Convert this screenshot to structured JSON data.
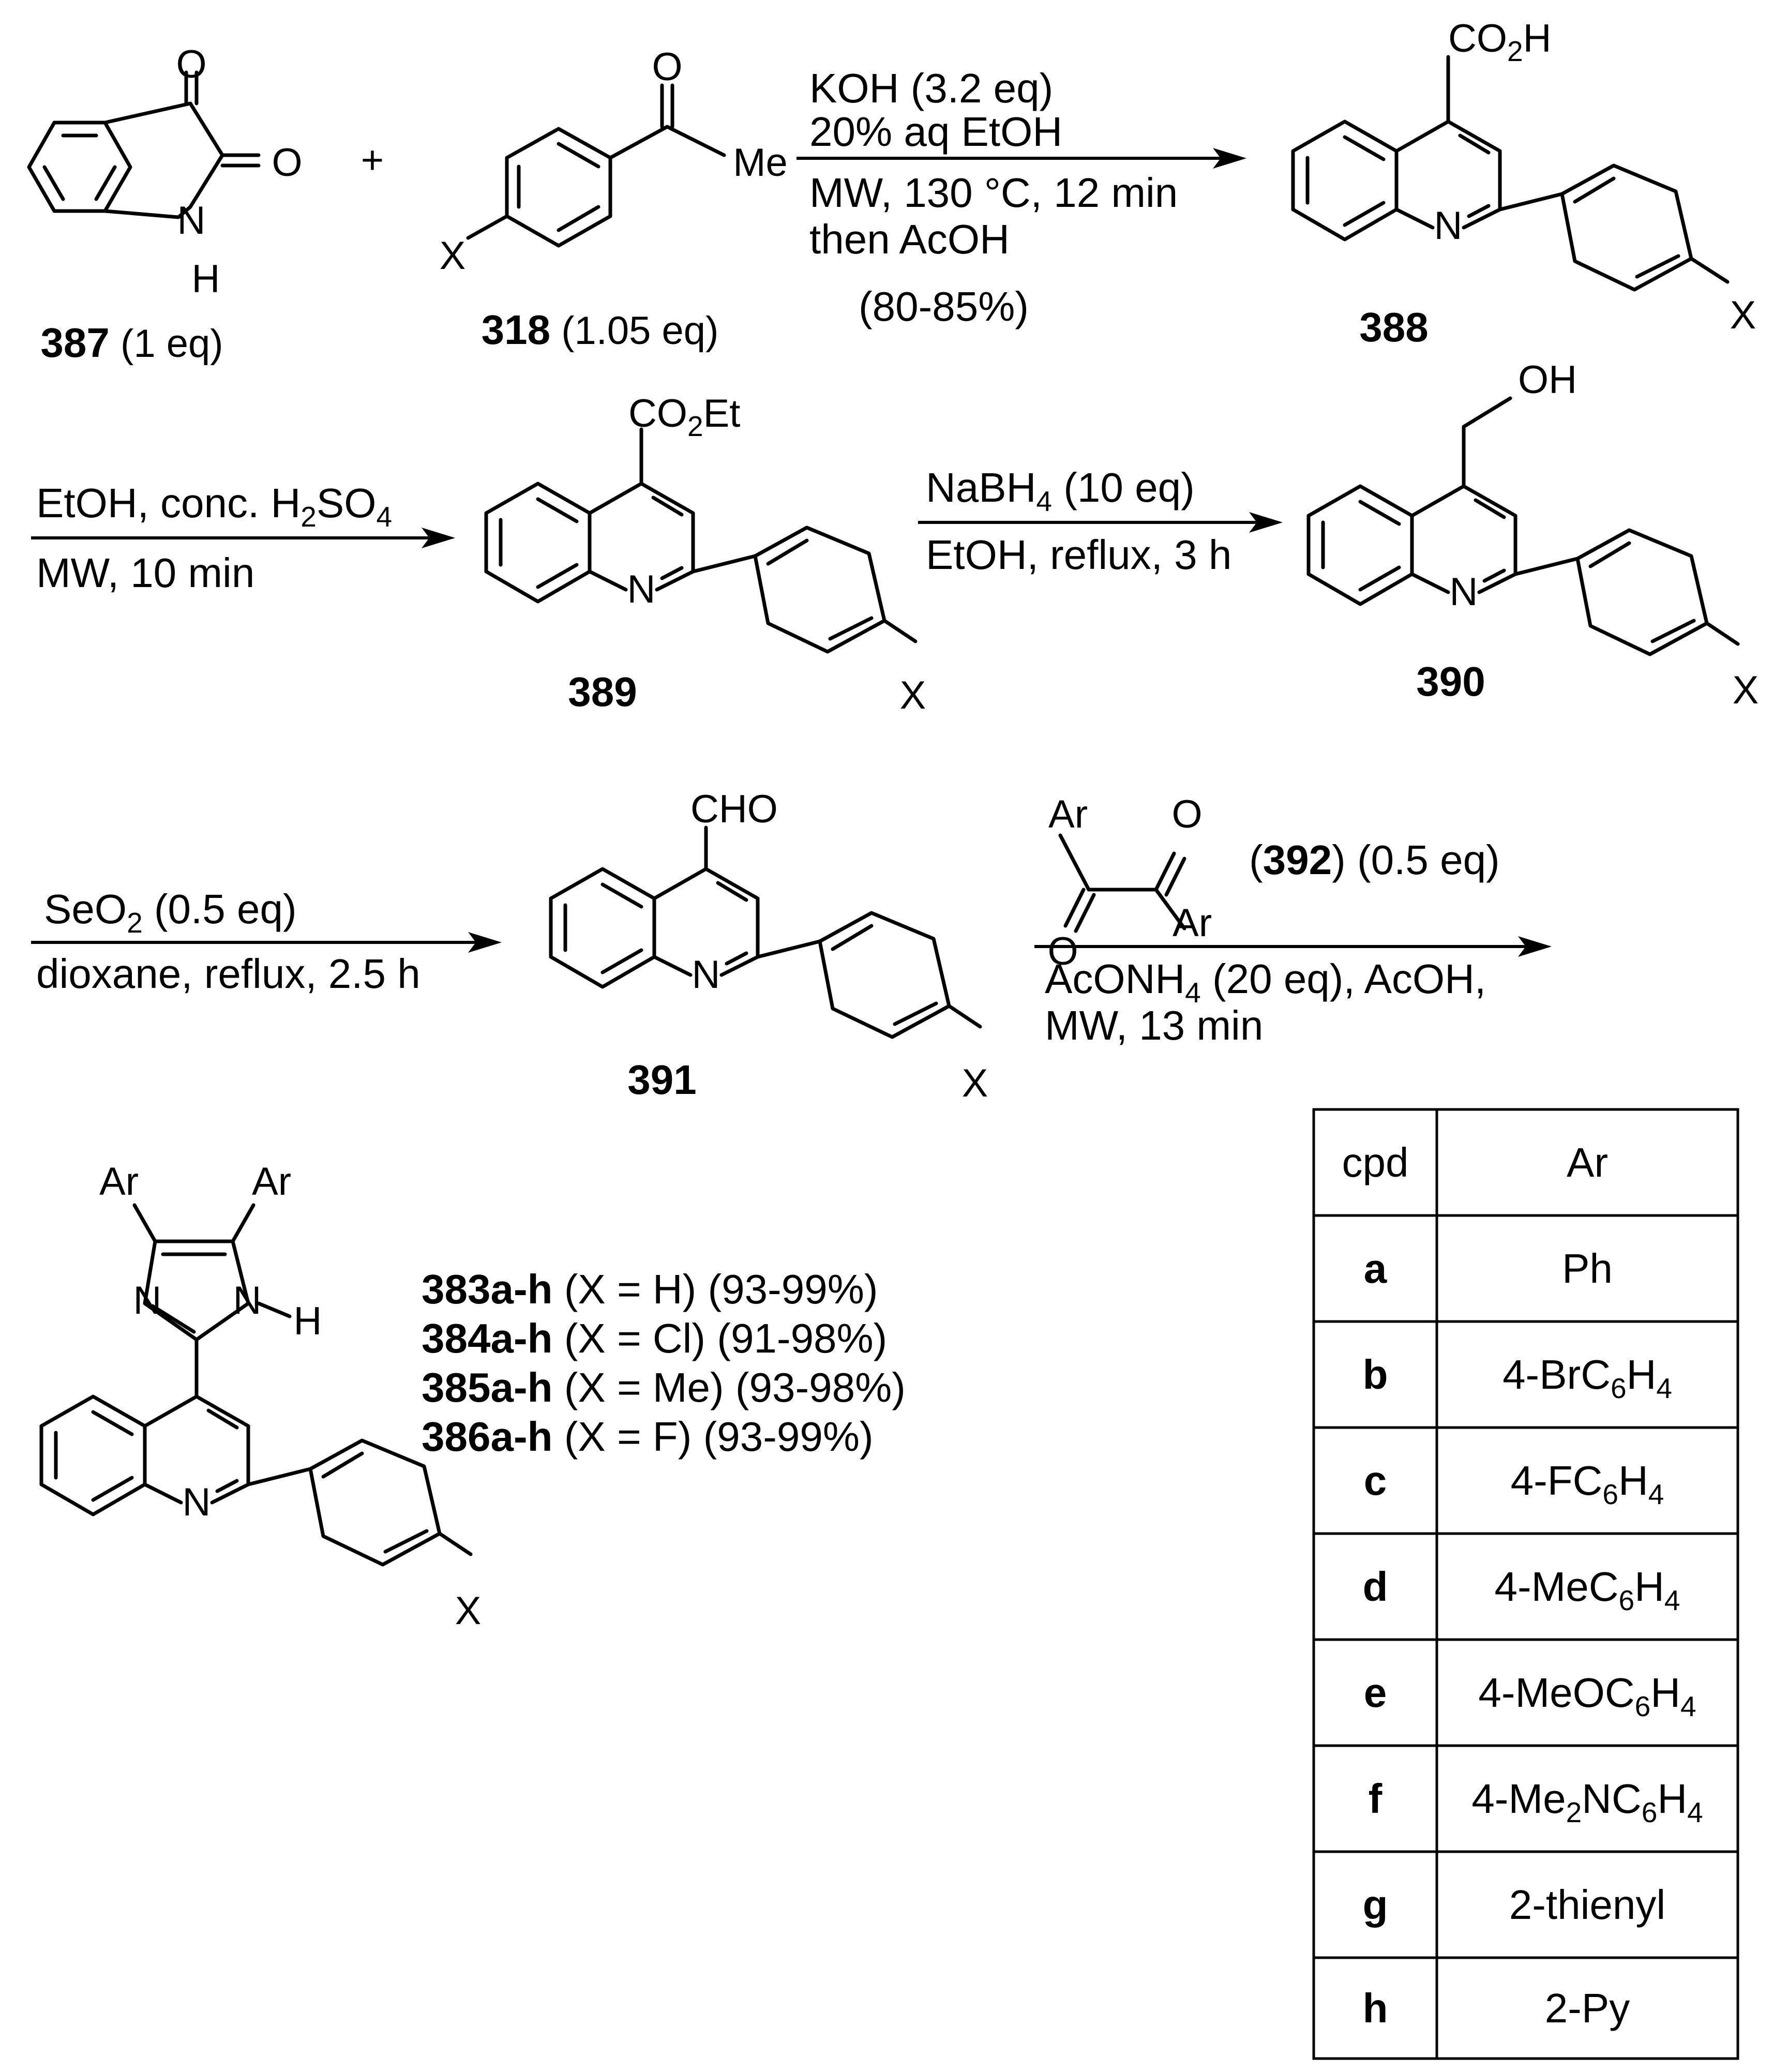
{
  "reactants": {
    "isatin": {
      "atoms": {
        "o1": "O",
        "o2": "O",
        "n": "N",
        "h": "H"
      },
      "label_id": "387",
      "label_rest": " (1 eq)"
    },
    "plus": "+",
    "acetophenone": {
      "atoms": {
        "o": "O",
        "me": "Me",
        "x": "X"
      },
      "label_id": "318",
      "label_rest": " (1.05 eq)"
    }
  },
  "step1": {
    "above": [
      "KOH (3.2 eq)",
      "20% aq EtOH"
    ],
    "below": [
      "MW, 130 °C, 12 min",
      "then AcOH",
      "(80-85%)"
    ]
  },
  "cpd388": {
    "substituent_a": "CO",
    "substituent_sub": "2",
    "substituent_b": "H",
    "n": "N",
    "x": "X",
    "label": "388"
  },
  "step2": {
    "above_a": "EtOH, conc. H",
    "above_sub1": "2",
    "above_b": "SO",
    "above_sub2": "4",
    "below": "MW, 10 min"
  },
  "cpd389": {
    "substituent_a": "CO",
    "substituent_sub": "2",
    "substituent_b": "Et",
    "n": "N",
    "x": "X",
    "label": "389"
  },
  "step3": {
    "above_a": "NaBH",
    "above_sub": "4",
    "above_b": " (10 eq)",
    "below": "EtOH, reflux, 3 h"
  },
  "cpd390": {
    "substituent": "OH",
    "n": "N",
    "x": "X",
    "label": "390"
  },
  "step4": {
    "above_a": "SeO",
    "above_sub": "2",
    "above_b": " (0.5 eq)",
    "below": "dioxane, reflux, 2.5 h"
  },
  "cpd391": {
    "substituent": "CHO",
    "n": "N",
    "x": "X",
    "label": "391"
  },
  "step5": {
    "diketone": {
      "ar1": "Ar",
      "o1": "O",
      "o2": "O",
      "ar2": "Ar"
    },
    "reagent_open": "(",
    "reagent_id": "392",
    "reagent_rest": ") (0.5 eq)",
    "below1_a": "AcONH",
    "below1_sub": "4",
    "below1_b": " (20 eq), AcOH,",
    "below2": "MW, 13 min"
  },
  "product": {
    "atoms": {
      "ar1": "Ar",
      "ar2": "Ar",
      "n1": "N",
      "n2": "N",
      "h": "H",
      "n3": "N",
      "x": "X"
    },
    "lines": [
      {
        "id": "383a-h",
        "rest": " (X = H) (93-99%)"
      },
      {
        "id": "384a-h",
        "rest": " (X = Cl) (91-98%)"
      },
      {
        "id": "385a-h",
        "rest": " (X = Me) (93-98%)"
      },
      {
        "id": "386a-h",
        "rest": " (X = F) (93-99%)"
      }
    ]
  },
  "table": {
    "headers": [
      "cpd",
      "Ar"
    ],
    "rows": [
      {
        "cpd": "a",
        "ar": "Ph"
      },
      {
        "cpd": "b",
        "ar": "4-BrC6H4"
      },
      {
        "cpd": "c",
        "ar": "4-FC6H4"
      },
      {
        "cpd": "d",
        "ar": "4-MeC6H4"
      },
      {
        "cpd": "e",
        "ar": "4-MeOC6H4"
      },
      {
        "cpd": "f",
        "ar": "4-Me2NC6H4"
      },
      {
        "cpd": "g",
        "ar": "2-thienyl"
      },
      {
        "cpd": "h",
        "ar": "2-Py"
      }
    ]
  }
}
